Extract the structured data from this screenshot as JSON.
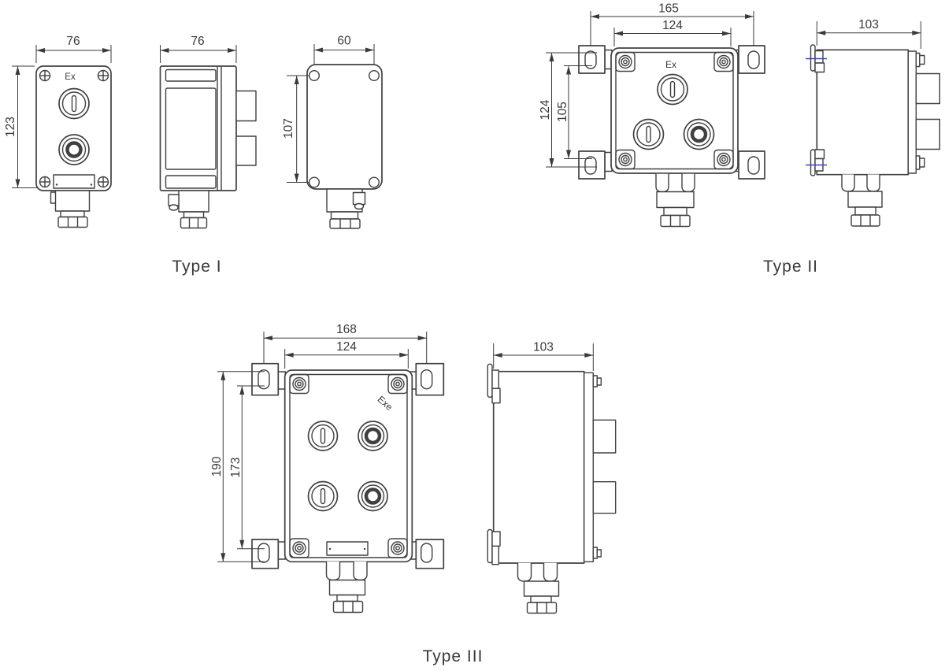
{
  "colors": {
    "line": "#404040",
    "dim": "#3a3a3a",
    "centerline": "#3647c9",
    "background": "#ffffff"
  },
  "labels": {
    "type1": "Type I",
    "type2": "Type II",
    "type3": "Type III"
  },
  "type1": {
    "marking": "Ex",
    "front": {
      "dim_overall_width": "76",
      "dim_overall_height": "123"
    },
    "side": {
      "dim_overall_depth": "76"
    },
    "back": {
      "dim_hole_spacing_w": "60",
      "dim_hole_spacing_h": "107"
    }
  },
  "type2": {
    "marking": "Ex",
    "front": {
      "dim_lug_span": "165",
      "dim_body_width": "124",
      "dim_lug_span_v": "124",
      "dim_hole_span_v": "105"
    },
    "side": {
      "dim_overall_depth": "103"
    }
  },
  "type3": {
    "marking": "Exe",
    "front": {
      "dim_lug_span": "168",
      "dim_body_width": "124",
      "dim_lug_span_v": "190",
      "dim_hole_span_v": "173"
    },
    "side": {
      "dim_overall_depth": "103"
    }
  }
}
